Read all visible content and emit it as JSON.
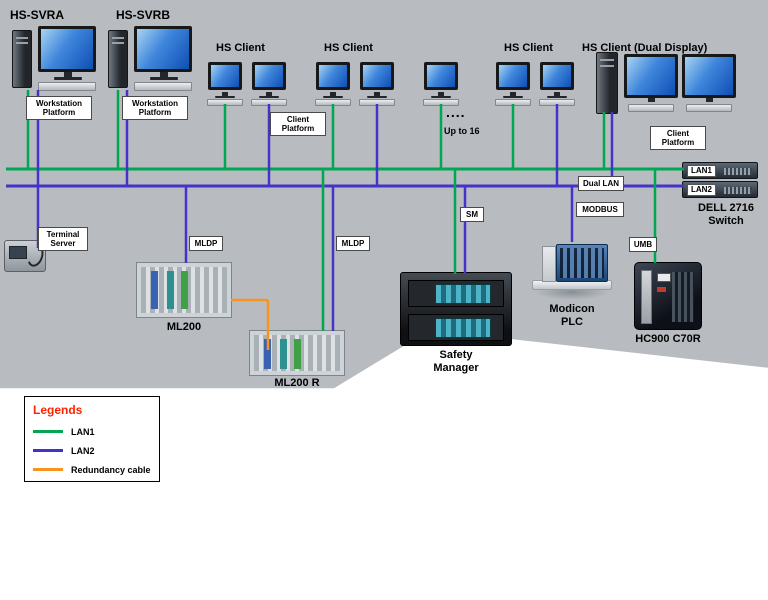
{
  "colors": {
    "lan1": "#00a651",
    "lan2": "#4433c8",
    "redundancy": "#f7941e",
    "background": "#b8bcc0",
    "legend_title": "#ff2200"
  },
  "servers": [
    {
      "title": "HS-SVRA",
      "platform": "Workstation Platform"
    },
    {
      "title": "HS-SVRB",
      "platform": "Workstation Platform"
    }
  ],
  "clients": {
    "labels": [
      "HS Client",
      "HS Client",
      "HS Client"
    ],
    "platform": "Client Platform",
    "dots": "....",
    "up_to": "Up to 16"
  },
  "dual_client": {
    "title": "HS Client (Dual Display)",
    "platform": "Client Platform"
  },
  "network": {
    "dual_lan": "Dual LAN",
    "switch_ports": [
      "LAN1",
      "LAN2"
    ],
    "switch_caption": "DELL 2716 Switch",
    "terminal_server": "Terminal Server"
  },
  "links": {
    "mldp1": "MLDP",
    "mldp2": "MLDP",
    "sm": "SM",
    "modbus": "MODBUS",
    "umb": "UMB"
  },
  "controllers": {
    "ml200": "ML200",
    "ml200r": "ML200 R",
    "safety_manager": "Safety Manager",
    "modicon": "Modicon PLC",
    "hc900": "HC900 C70R"
  },
  "legend": {
    "title": "Legends",
    "items": [
      {
        "label": "LAN1"
      },
      {
        "label": "LAN2"
      },
      {
        "label": "Redundancy cable"
      }
    ]
  }
}
